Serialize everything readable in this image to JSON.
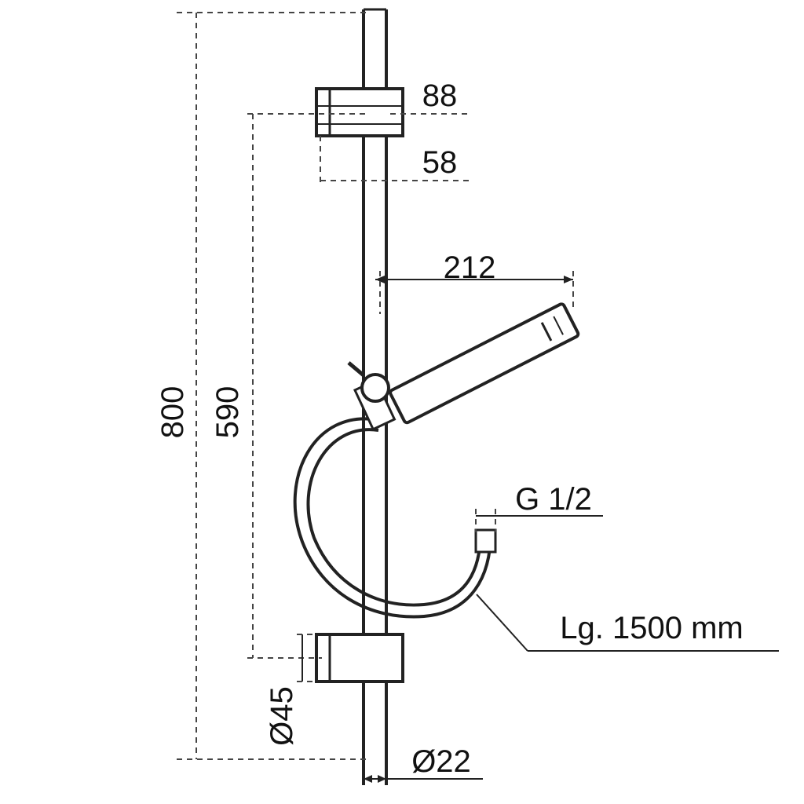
{
  "colors": {
    "line": "#222222",
    "background": "#ffffff"
  },
  "dimensions": {
    "overall_height": "800",
    "bracket_spacing": "590",
    "bracket_depth": "88",
    "bracket_offset": "58",
    "handshower_projection": "212",
    "connection_thread": "G 1/2",
    "hose_length": "Lg. 1500 mm",
    "bracket_diameter": "Ø45",
    "rail_diameter": "Ø22"
  }
}
